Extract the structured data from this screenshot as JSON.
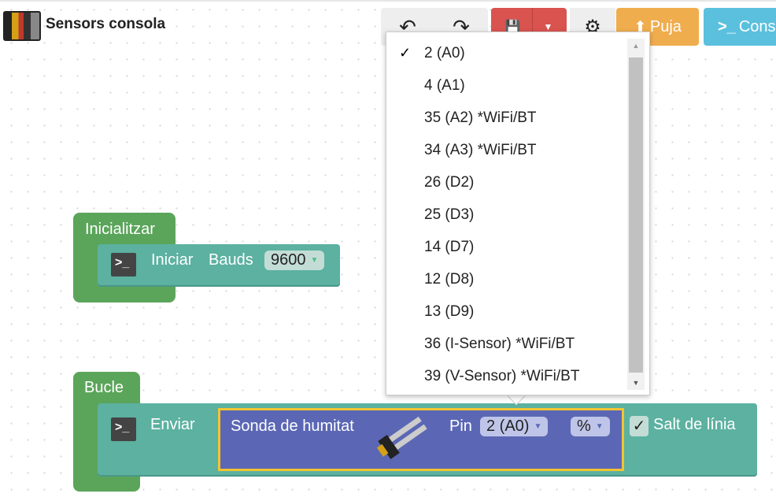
{
  "header": {
    "title": "Sensors consola",
    "undo_icon": "↶",
    "redo_icon": "↷",
    "save_icon": "💾",
    "gear_icon": "⚙",
    "upload_label": "Puja",
    "upload_icon": "⬆",
    "console_label": "Consola",
    "console_icon": ">_"
  },
  "colors": {
    "hat": "#5ba55b",
    "teal": "#5cb1a0",
    "sensor": "#5b67b5",
    "highlight": "#f4c430"
  },
  "setup": {
    "title": "Inicialitzar",
    "action": "Iniciar",
    "bauds_label": "Bauds",
    "bauds_value": "9600"
  },
  "loop": {
    "title": "Bucle",
    "action": "Enviar",
    "sensor_name": "Sonda de humitat",
    "pin_label": "Pin",
    "pin_value": "2 (A0)",
    "unit_value": "%",
    "newline_label": "Salt de línia",
    "newline_checked": true
  },
  "dropdown": {
    "selected": "2 (A0)",
    "options": [
      "2 (A0)",
      "4 (A1)",
      "35 (A2) *WiFi/BT",
      "34 (A3) *WiFi/BT",
      "26 (D2)",
      "25 (D3)",
      "14 (D7)",
      "12 (D8)",
      "13 (D9)",
      "36 (I-Sensor) *WiFi/BT",
      "39 (V-Sensor) *WiFi/BT"
    ]
  }
}
